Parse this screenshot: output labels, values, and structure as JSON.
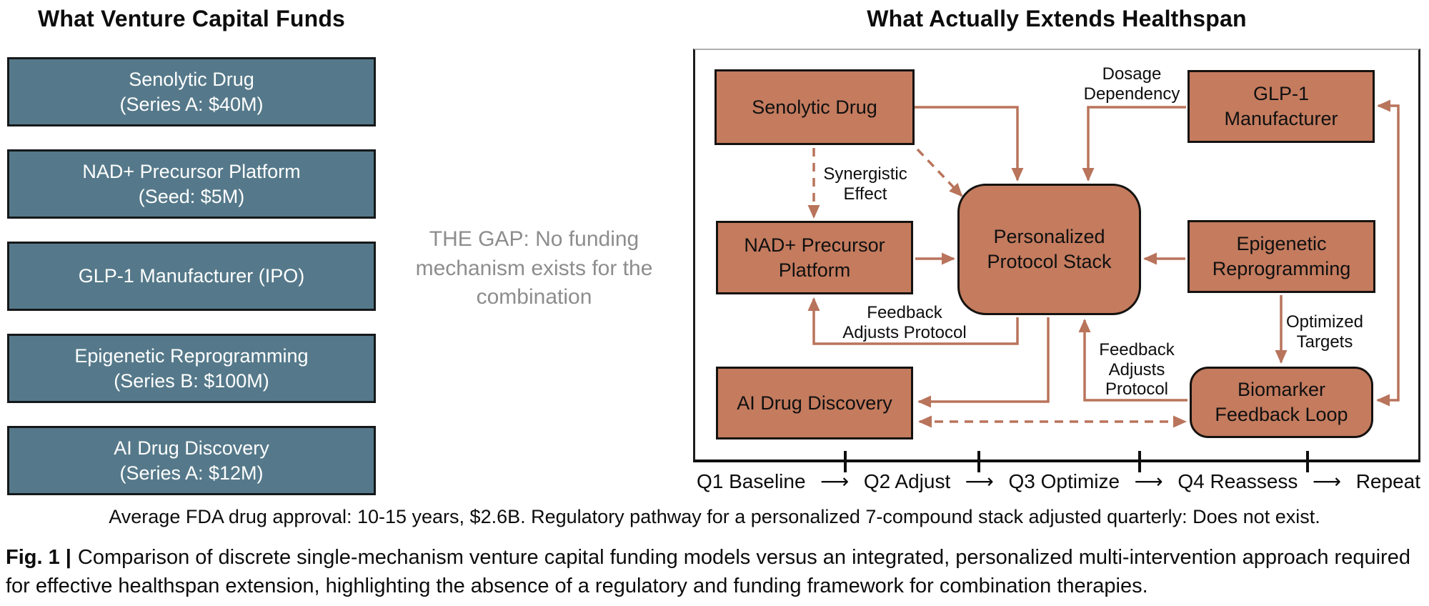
{
  "left": {
    "title": "What Venture Capital Funds",
    "boxes": [
      {
        "line1": "Senolytic Drug",
        "line2": "(Series A: $40M)"
      },
      {
        "line1": "NAD+ Precursor Platform",
        "line2": "(Seed: $5M)"
      },
      {
        "line1": "GLP-1 Manufacturer (IPO)",
        "line2": ""
      },
      {
        "line1": "Epigenetic Reprogramming",
        "line2": "(Series B: $100M)"
      },
      {
        "line1": "AI Drug Discovery",
        "line2": "(Series A: $12M)"
      }
    ]
  },
  "gap": {
    "text": "THE GAP: No funding mechanism exists for the combination"
  },
  "right": {
    "title": "What Actually Extends Healthspan",
    "nodes": {
      "senolytic": "Senolytic Drug",
      "glp1": {
        "line1": "GLP-1",
        "line2": "Manufacturer"
      },
      "nad": {
        "line1": "NAD+ Precursor",
        "line2": "Platform"
      },
      "stack": {
        "line1": "Personalized",
        "line2": "Protocol Stack"
      },
      "epigenetic": {
        "line1": "Epigenetic",
        "line2": "Reprogramming"
      },
      "biomarker": {
        "line1": "Biomarker",
        "line2": "Feedback Loop"
      },
      "ai": "AI Drug Discovery"
    },
    "edge_labels": {
      "dosage": "Dosage Dependency",
      "synergistic": "Synergistic Effect",
      "optimized": "Optimized Targets",
      "feedback_left": {
        "line1": "Feedback",
        "line2": "Adjusts Protocol"
      },
      "feedback_right": {
        "line1": "Feedback",
        "line2": "Adjusts",
        "line3": "Protocol"
      }
    },
    "timeline": {
      "phases": [
        "Q1 Baseline",
        "Q2 Adjust",
        "Q3 Optimize",
        "Q4 Reassess",
        "Repeat"
      ],
      "arrow": "⟶"
    }
  },
  "fda_note": "Average FDA drug approval: 10-15 years, $2.6B. Regulatory pathway for a personalized 7-compound stack adjusted quarterly: Does not exist.",
  "caption": {
    "prefix": "Fig. 1 |",
    "text": "Comparison of discrete single-mechanism venture capital funding models versus an integrated, personalized multi-intervention approach required for effective healthspan extension, highlighting the absence of a regulatory and funding framework for combination therapies."
  },
  "colors": {
    "vc_box": "#55798a",
    "intervention_box": "#c47b5e",
    "arrow": "#b9745c",
    "gap_text": "#8d8d8d",
    "border": "#111111"
  }
}
